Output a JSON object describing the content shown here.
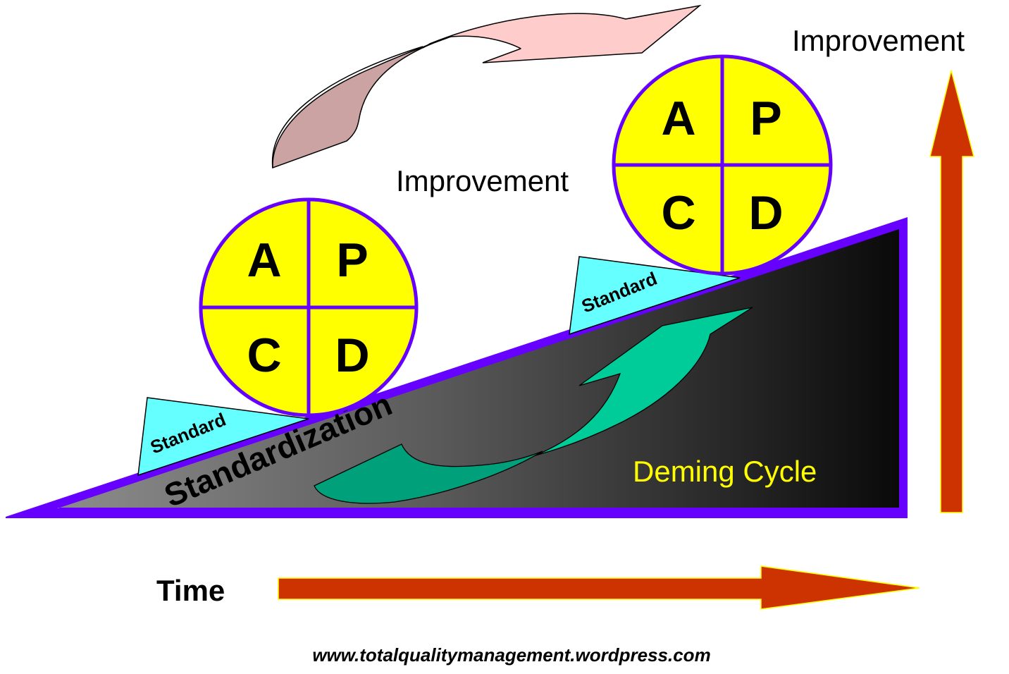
{
  "diagram": {
    "title": "Deming Cycle / PDCA improvement and standardization",
    "labels": {
      "improvement_top": "Improvement",
      "improvement_middle": "Improvement",
      "standardization": "Standardization",
      "deming_cycle": "Deming Cycle",
      "time": "Time",
      "url": "www.totalqualitymanagement.wordpress.com"
    },
    "cycles": [
      {
        "name": "pdca-cycle-lower",
        "quadrants": {
          "top_left": "A",
          "top_right": "P",
          "bottom_left": "C",
          "bottom_right": "D"
        },
        "wedge_label": "Standard"
      },
      {
        "name": "pdca-cycle-upper",
        "quadrants": {
          "top_left": "A",
          "top_right": "P",
          "bottom_left": "C",
          "bottom_right": "D"
        },
        "wedge_label": "Standard"
      }
    ],
    "icons": {
      "curved_arrow_top": "curved-arrow-icon",
      "curved_arrow_ramp": "curved-arrow-icon",
      "time_arrow": "arrow-right-icon",
      "improvement_arrow": "arrow-up-icon"
    },
    "colors": {
      "circle_fill": "#ffff00",
      "circle_stroke": "#6600ff",
      "ramp_border": "#6600ff",
      "ramp_gradient_start": "#8c8c8c",
      "ramp_gradient_end": "#0a0a0a",
      "wedge_fill": "#66ffff",
      "top_arrow_light": "#ffcccc",
      "top_arrow_dark": "#cca3a3",
      "ramp_arrow_light": "#00cc99",
      "ramp_arrow_dark": "#00a07a",
      "block_arrow_fill": "#cc3300",
      "block_arrow_outline": "#ffff00",
      "deming_text": "#ffff00"
    }
  }
}
